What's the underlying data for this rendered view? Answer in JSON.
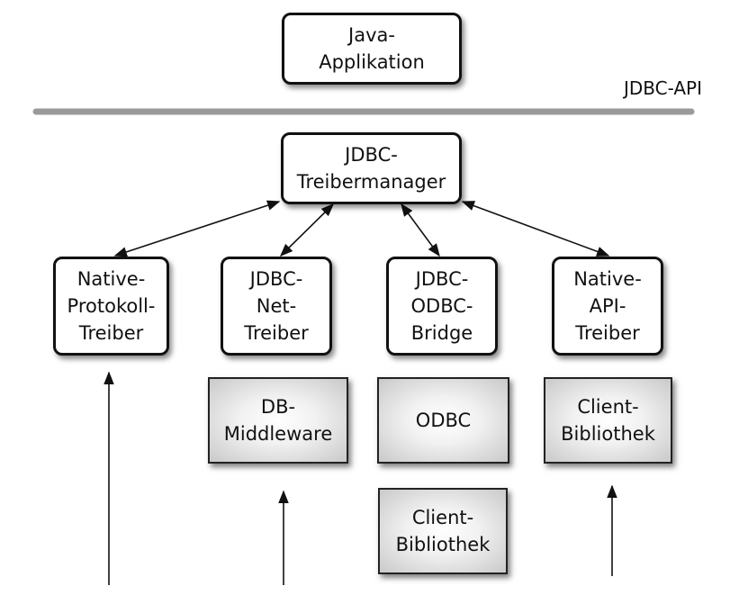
{
  "layer_label": "JDBC-API",
  "boxes": {
    "java_app": [
      "Java-",
      "Applikation"
    ],
    "driver_manager": [
      "JDBC-",
      "Treibermanager"
    ],
    "native_protocol_driver": [
      "Native-",
      "Protokoll-",
      "Treiber"
    ],
    "jdbc_net_driver": [
      "JDBC-",
      "Net-",
      "Treiber"
    ],
    "jdbc_odbc_bridge": [
      "JDBC-",
      "ODBC-",
      "Bridge"
    ],
    "native_api_driver": [
      "Native-",
      "API-",
      "Treiber"
    ],
    "db_middleware": [
      "DB-",
      "Middleware"
    ],
    "odbc": [
      "ODBC"
    ],
    "client_library_odbc": [
      "Client-",
      "Bibliothek"
    ],
    "client_library_native": [
      "Client-",
      "Bibliothek"
    ]
  }
}
